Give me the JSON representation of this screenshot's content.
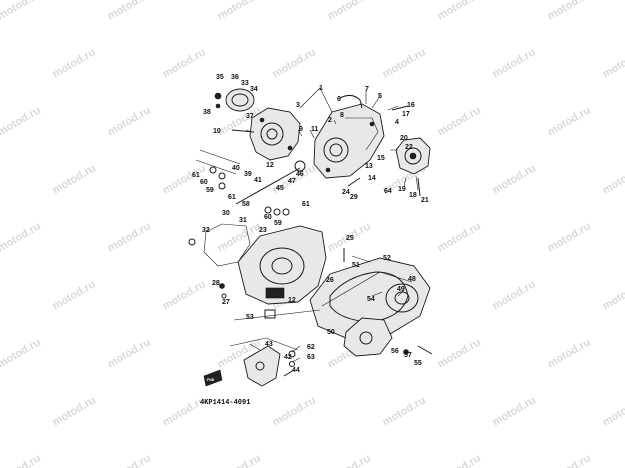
{
  "watermark": {
    "text": "motod.ru"
  },
  "diagram": {
    "reference_code": "4KP1414-4091",
    "front_badge": "FWD",
    "callouts": [
      {
        "id": "c35",
        "label": "35"
      },
      {
        "id": "c36",
        "label": "36"
      },
      {
        "id": "c33",
        "label": "33"
      },
      {
        "id": "c34",
        "label": "34"
      },
      {
        "id": "c38",
        "label": "38"
      },
      {
        "id": "c37",
        "label": "37"
      },
      {
        "id": "c1",
        "label": "1"
      },
      {
        "id": "c3",
        "label": "3"
      },
      {
        "id": "c2",
        "label": "2"
      },
      {
        "id": "c7",
        "label": "7"
      },
      {
        "id": "c6",
        "label": "6"
      },
      {
        "id": "c5",
        "label": "5"
      },
      {
        "id": "c16",
        "label": "16"
      },
      {
        "id": "c17",
        "label": "17"
      },
      {
        "id": "c8",
        "label": "8"
      },
      {
        "id": "c4",
        "label": "4"
      },
      {
        "id": "c9",
        "label": "9"
      },
      {
        "id": "c11",
        "label": "11"
      },
      {
        "id": "c10",
        "label": "10"
      },
      {
        "id": "c20",
        "label": "20"
      },
      {
        "id": "c22",
        "label": "22"
      },
      {
        "id": "c19",
        "label": "19"
      },
      {
        "id": "c18",
        "label": "18"
      },
      {
        "id": "c21",
        "label": "21"
      },
      {
        "id": "c15",
        "label": "15"
      },
      {
        "id": "c13",
        "label": "13"
      },
      {
        "id": "c14",
        "label": "14"
      },
      {
        "id": "c64",
        "label": "64"
      },
      {
        "id": "c29",
        "label": "29"
      },
      {
        "id": "c24",
        "label": "24"
      },
      {
        "id": "c40",
        "label": "40"
      },
      {
        "id": "c39",
        "label": "39"
      },
      {
        "id": "c41",
        "label": "41"
      },
      {
        "id": "c12",
        "label": "12"
      },
      {
        "id": "c46",
        "label": "46"
      },
      {
        "id": "c47",
        "label": "47"
      },
      {
        "id": "c45",
        "label": "45"
      },
      {
        "id": "c61a",
        "label": "61"
      },
      {
        "id": "c60a",
        "label": "60"
      },
      {
        "id": "c59a",
        "label": "59"
      },
      {
        "id": "c61b",
        "label": "61"
      },
      {
        "id": "c58",
        "label": "58"
      },
      {
        "id": "c61c",
        "label": "61"
      },
      {
        "id": "c60b",
        "label": "60"
      },
      {
        "id": "c59b",
        "label": "59"
      },
      {
        "id": "c30",
        "label": "30"
      },
      {
        "id": "c31",
        "label": "31"
      },
      {
        "id": "c32",
        "label": "32"
      },
      {
        "id": "c23",
        "label": "23"
      },
      {
        "id": "c25",
        "label": "25"
      },
      {
        "id": "c26",
        "label": "26"
      },
      {
        "id": "c28",
        "label": "28"
      },
      {
        "id": "c27",
        "label": "27"
      },
      {
        "id": "c12b",
        "label": "12"
      },
      {
        "id": "c53",
        "label": "53"
      },
      {
        "id": "c51",
        "label": "51"
      },
      {
        "id": "c52",
        "label": "52"
      },
      {
        "id": "c48",
        "label": "48"
      },
      {
        "id": "c49",
        "label": "49"
      },
      {
        "id": "c54",
        "label": "54"
      },
      {
        "id": "c50",
        "label": "50"
      },
      {
        "id": "c56",
        "label": "56"
      },
      {
        "id": "c57",
        "label": "57"
      },
      {
        "id": "c55",
        "label": "55"
      },
      {
        "id": "c43",
        "label": "43"
      },
      {
        "id": "c62",
        "label": "62"
      },
      {
        "id": "c42",
        "label": "42"
      },
      {
        "id": "c63",
        "label": "63"
      },
      {
        "id": "c44",
        "label": "44"
      }
    ]
  }
}
